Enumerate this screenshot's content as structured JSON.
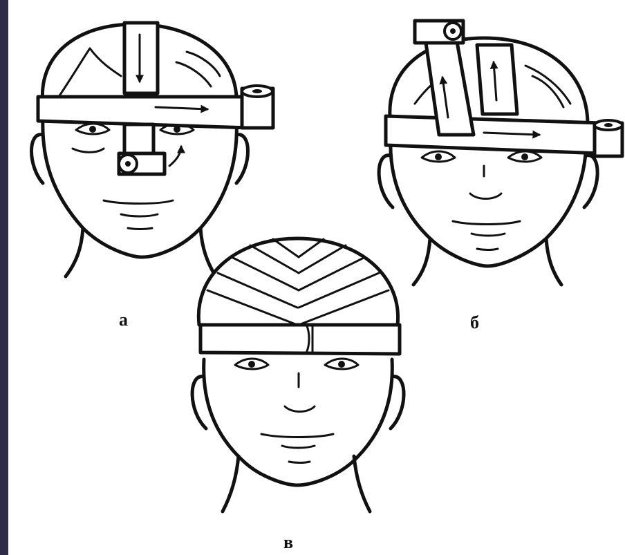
{
  "figure": {
    "panels": [
      {
        "id": "a",
        "caption": "а"
      },
      {
        "id": "b",
        "caption": "б"
      },
      {
        "id": "c",
        "caption": "в"
      }
    ],
    "colors": {
      "background": "#2d2b48",
      "paper": "#ffffff",
      "ink": "#111111"
    }
  }
}
